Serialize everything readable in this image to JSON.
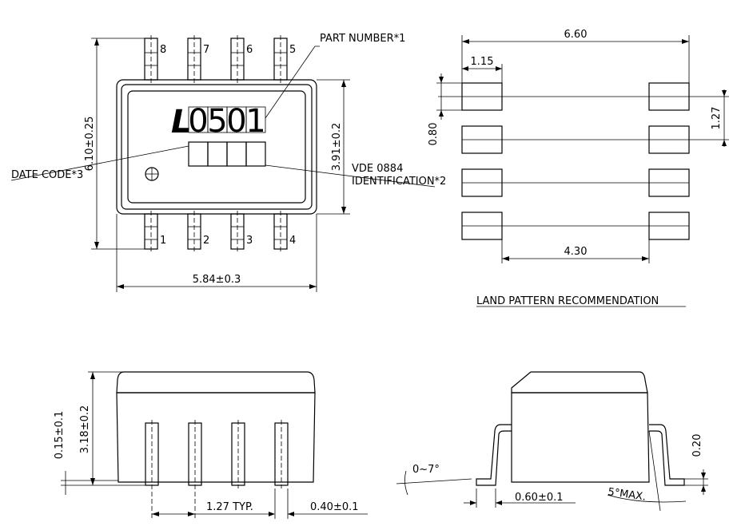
{
  "top_view": {
    "part_number_label": "PART NUMBER*1",
    "date_code_label": "DATE CODE*3",
    "vde_label_line1": "VDE 0884",
    "vde_label_line2": "IDENTIFICATION*2",
    "marking_prefix": "L",
    "marking_digits": [
      "0",
      "5",
      "0",
      "1"
    ],
    "pins_top": [
      "8",
      "7",
      "6",
      "5"
    ],
    "pins_bottom": [
      "1",
      "2",
      "3",
      "4"
    ],
    "dim_height": "6.10±0.25",
    "dim_body_height": "3.91±0.2",
    "dim_width": "5.84±0.3"
  },
  "land_pattern": {
    "title": "LAND PATTERN RECOMMENDATION",
    "dim_total_width": "6.60",
    "dim_pad_width": "1.15",
    "dim_pad_height": "0.80",
    "dim_pitch": "1.27",
    "dim_inner_span": "4.30"
  },
  "front_view": {
    "dim_standoff": "0.15±0.1",
    "dim_height": "3.18±0.2",
    "dim_pitch": "1.27 TYP.",
    "dim_lead_width": "0.40±0.1"
  },
  "side_view": {
    "dim_angle": "0~7°",
    "dim_foot": "0.60±0.1",
    "dim_draft": "5°MAX.",
    "dim_thickness": "0.20"
  }
}
